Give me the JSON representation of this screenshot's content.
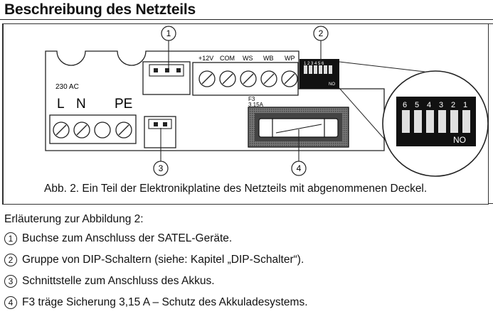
{
  "heading": "Beschreibung des Netzteils",
  "figure": {
    "labels": {
      "ac": "230 AC",
      "l": "L",
      "n": "N",
      "pe": "PE",
      "v12": "+12V",
      "com": "COM",
      "ws": "WS",
      "wb": "WB",
      "wp": "WP",
      "fuse_name": "F3",
      "fuse_rating": "3.15A",
      "dip_small_numbers": "1 2 3 4 5 6",
      "dip_small_no": "NO",
      "dip_zoom_numbers": [
        "6",
        "5",
        "4",
        "3",
        "2",
        "1"
      ],
      "dip_zoom_no": "NO"
    },
    "callouts": [
      "1",
      "2",
      "3",
      "4"
    ],
    "caption": "Abb. 2. Ein Teil der Elektronikplatine des Netzteils mit abgenommenen Deckel."
  },
  "legend": {
    "title": "Erläuterung zur Abbildung 2:",
    "items": [
      {
        "num": "1",
        "text": "Buchse zum Anschluss der SATEL-Geräte."
      },
      {
        "num": "2",
        "text": "Gruppe von DIP-Schaltern (siehe: Kapitel „DIP-Schalter“)."
      },
      {
        "num": "3",
        "text": "Schnittstelle zum Anschluss des Akkus."
      },
      {
        "num": "4",
        "text": "F3 träge Sicherung 3,15 A – Schutz des Akkuladesystems."
      }
    ]
  }
}
